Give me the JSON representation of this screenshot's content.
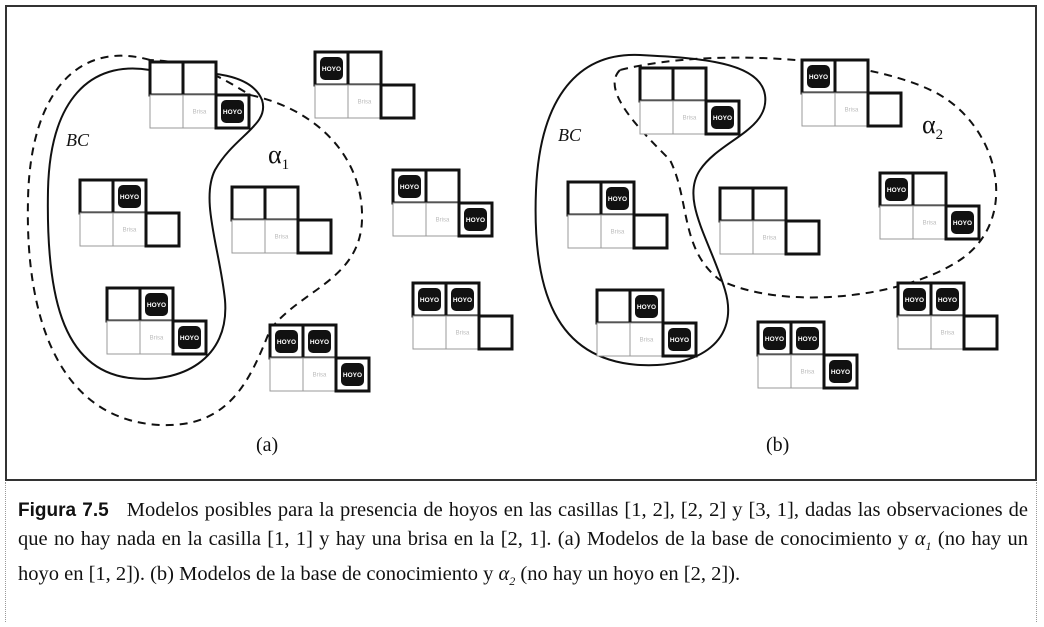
{
  "figure": {
    "panel_a_label": "(a)",
    "panel_b_label": "(b)",
    "kb_label": "BC",
    "alpha1_symbol": "α",
    "alpha1_sub": "1",
    "alpha2_symbol": "α",
    "alpha2_sub": "2",
    "pit_text": "HOYO",
    "breeze_text": "Brisa",
    "models_a": [
      {
        "pits": [
          false,
          false,
          true
        ]
      },
      {
        "pits": [
          true,
          false,
          false
        ]
      },
      {
        "pits": [
          false,
          true,
          false
        ]
      },
      {
        "pits": [
          false,
          false,
          false
        ]
      },
      {
        "pits": [
          true,
          false,
          true
        ]
      },
      {
        "pits": [
          false,
          true,
          true
        ]
      },
      {
        "pits": [
          true,
          true,
          false
        ]
      },
      {
        "pits": [
          true,
          true,
          true
        ]
      }
    ],
    "models_b": [
      {
        "pits": [
          false,
          false,
          true
        ]
      },
      {
        "pits": [
          true,
          false,
          false
        ]
      },
      {
        "pits": [
          false,
          true,
          false
        ]
      },
      {
        "pits": [
          false,
          false,
          false
        ]
      },
      {
        "pits": [
          true,
          false,
          true
        ]
      },
      {
        "pits": [
          false,
          true,
          true
        ]
      },
      {
        "pits": [
          true,
          true,
          false
        ]
      },
      {
        "pits": [
          true,
          true,
          true
        ]
      }
    ]
  },
  "caption": {
    "label": "Figura 7.5",
    "text_part1": "Modelos posibles para la presencia de hoyos en las casillas [1, 2], [2, 2] y [3, 1], dadas las observaciones de que no hay nada en la casilla [1, 1] y hay una brisa en la [2, 1]. (a) Modelos de la base de conocimiento y ",
    "alpha1_symbol": "α",
    "alpha1_sub": "1",
    "text_part2": " (no hay un hoyo en [1, 2]). (b) Modelos de la base de conocimiento y ",
    "alpha2_symbol": "α",
    "alpha2_sub": "2",
    "text_part3": " (no hay un hoyo en [2, 2])."
  }
}
